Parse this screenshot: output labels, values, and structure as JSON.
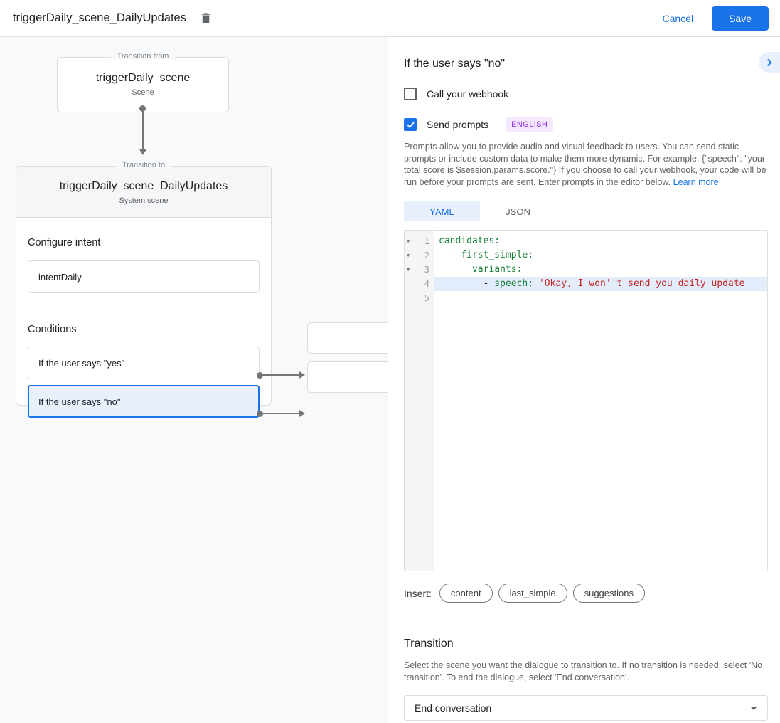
{
  "colors": {
    "accent": "#1a73e8",
    "accent_light": "#e8f0fe",
    "code_key": "#188038",
    "code_string": "#c5221f",
    "badge_bg": "#f3e8fd",
    "badge_text": "#9334e6"
  },
  "topbar": {
    "title": "triggerDaily_scene_DailyUpdates",
    "cancel_label": "Cancel",
    "save_label": "Save"
  },
  "canvas": {
    "from_card": {
      "legend": "Transition from",
      "title": "triggerDaily_scene",
      "subtitle": "Scene"
    },
    "to_card": {
      "legend": "Transition to",
      "title": "triggerDaily_scene_DailyUpdates",
      "subtitle": "System scene",
      "intent_label": "Configure intent",
      "intent_value": "intentDaily",
      "conditions_label": "Conditions",
      "conditions": [
        {
          "label": "If the user says \"yes\"",
          "selected": false
        },
        {
          "label": "If the user says \"no\"",
          "selected": true
        }
      ]
    }
  },
  "panel": {
    "title": "If the user says \"no\"",
    "webhook_label": "Call your webhook",
    "prompts_label": "Send prompts",
    "language_badge": "ENGLISH",
    "description": "Prompts allow you to provide audio and visual feedback to users. You can send static prompts or include custom data to make them more dynamic. For example, {\"speech\": \"your total score is $session.params.score.\"} If you choose to call your webhook, your code will be run before your prompts are sent. Enter prompts in the editor below. ",
    "learn_more_label": "Learn more",
    "tabs": [
      {
        "id": "yaml",
        "label": "YAML",
        "active": true
      },
      {
        "id": "json",
        "label": "JSON",
        "active": false
      }
    ],
    "editor": {
      "lines": [
        {
          "num": "1",
          "fold": true,
          "active": false,
          "segments": [
            {
              "t": "candidates:",
              "c": "key"
            }
          ]
        },
        {
          "num": "2",
          "fold": true,
          "active": false,
          "segments": [
            {
              "t": "  - ",
              "c": "plain"
            },
            {
              "t": "first_simple:",
              "c": "key"
            }
          ]
        },
        {
          "num": "3",
          "fold": true,
          "active": false,
          "segments": [
            {
              "t": "      ",
              "c": "plain"
            },
            {
              "t": "variants:",
              "c": "key"
            }
          ]
        },
        {
          "num": "4",
          "fold": false,
          "active": true,
          "segments": [
            {
              "t": "        - ",
              "c": "plain"
            },
            {
              "t": "speech: ",
              "c": "key"
            },
            {
              "t": "'Okay, I won''t send you daily update",
              "c": "string"
            }
          ]
        },
        {
          "num": "5",
          "fold": false,
          "active": false,
          "segments": []
        }
      ]
    },
    "insert_label": "Insert:",
    "insert_chips": [
      "content",
      "last_simple",
      "suggestions"
    ],
    "transition": {
      "title": "Transition",
      "description": "Select the scene you want the dialogue to transition to. If no transition is needed, select 'No transition'. To end the dialogue, select 'End conversation'.",
      "selected_value": "End conversation"
    }
  }
}
